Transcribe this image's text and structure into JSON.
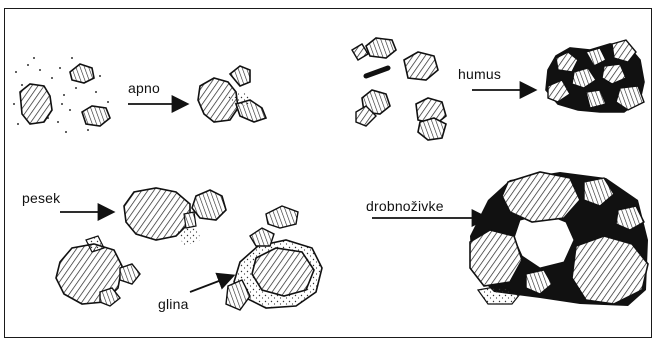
{
  "labels": {
    "apno": "apno",
    "humus": "humus",
    "pesek": "pesek",
    "glina": "glina",
    "drobnozivke": "drobnoživke"
  }
}
